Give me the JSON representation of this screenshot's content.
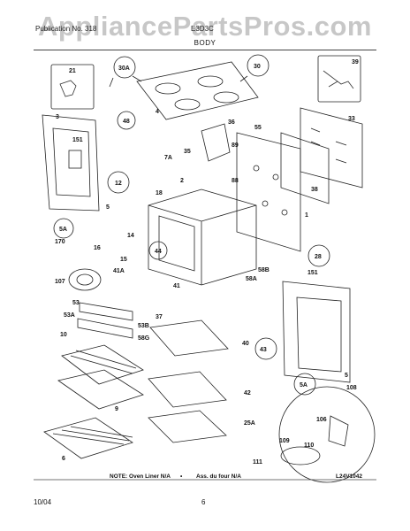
{
  "watermark": "AppliancePartsPros.com",
  "header": {
    "model_left": "Publication No. 318",
    "model_mid": "E3D3C"
  },
  "title": "BODY",
  "part_numbers": [
    "21",
    "30A",
    "30",
    "39",
    "3",
    "4",
    "33",
    "151",
    "48",
    "36",
    "7A",
    "55",
    "35",
    "89",
    "88",
    "12",
    "2",
    "5",
    "18",
    "1",
    "38",
    "5A",
    "170",
    "16",
    "14",
    "15",
    "44",
    "28",
    "107",
    "41A",
    "41",
    "58B",
    "151",
    "58A",
    "53",
    "37",
    "53A",
    "53B",
    "58G",
    "10",
    "40",
    "43",
    "5A",
    "5",
    "108",
    "9",
    "42",
    "25A",
    "106",
    "109",
    "110",
    "6",
    "111"
  ],
  "notes": {
    "note": "NOTE: Oven Liner N/A",
    "bullet": "•",
    "french": "Ass. du four N/A",
    "code": "L24V1042"
  },
  "footer": {
    "date": "10/04",
    "page": "6"
  }
}
